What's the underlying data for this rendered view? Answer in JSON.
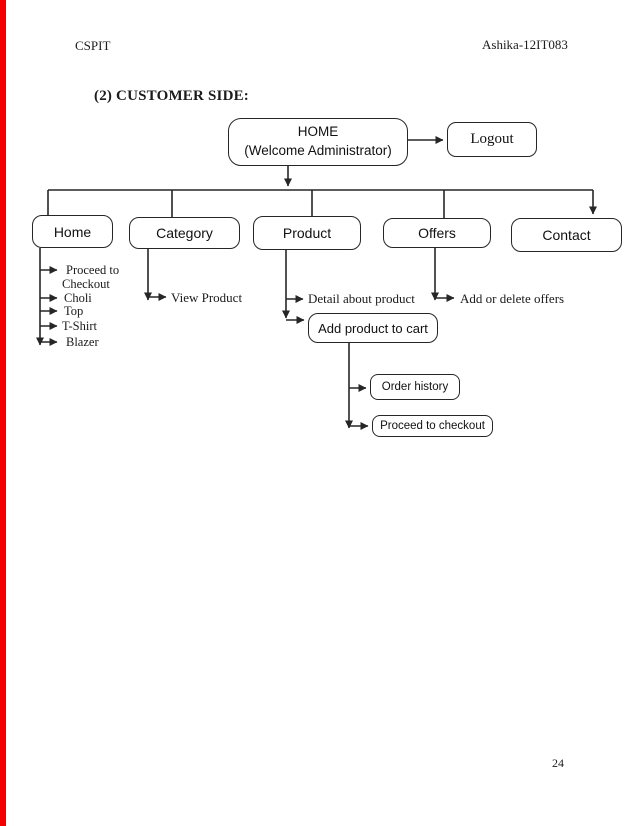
{
  "page": {
    "header_left": "CSPIT",
    "header_right": "Ashika-12IT083",
    "section_title": "(2) CUSTOMER SIDE:",
    "page_number": "24"
  },
  "colors": {
    "accent_strip": "#f20000",
    "line": "#262626"
  },
  "flowchart": {
    "root": {
      "title": "HOME",
      "subtitle": "(Welcome Administrator)"
    },
    "logout_label": "Logout",
    "menu": {
      "home": "Home",
      "category": "Category",
      "product": "Product",
      "offers": "Offers",
      "contact": "Contact"
    },
    "home_branch": {
      "item1_line1": "Proceed to",
      "item1_line2": "Checkout",
      "item2": "Choli",
      "item3": "Top",
      "item4": "T-Shirt",
      "item5": "Blazer"
    },
    "category_branch": {
      "view_product": "View Product"
    },
    "product_branch": {
      "detail": "Detail about product",
      "add_to_cart": "Add product to cart",
      "order_history": "Order history",
      "proceed_checkout": "Proceed to checkout"
    },
    "offers_branch": {
      "add_delete": "Add or delete offers"
    }
  }
}
